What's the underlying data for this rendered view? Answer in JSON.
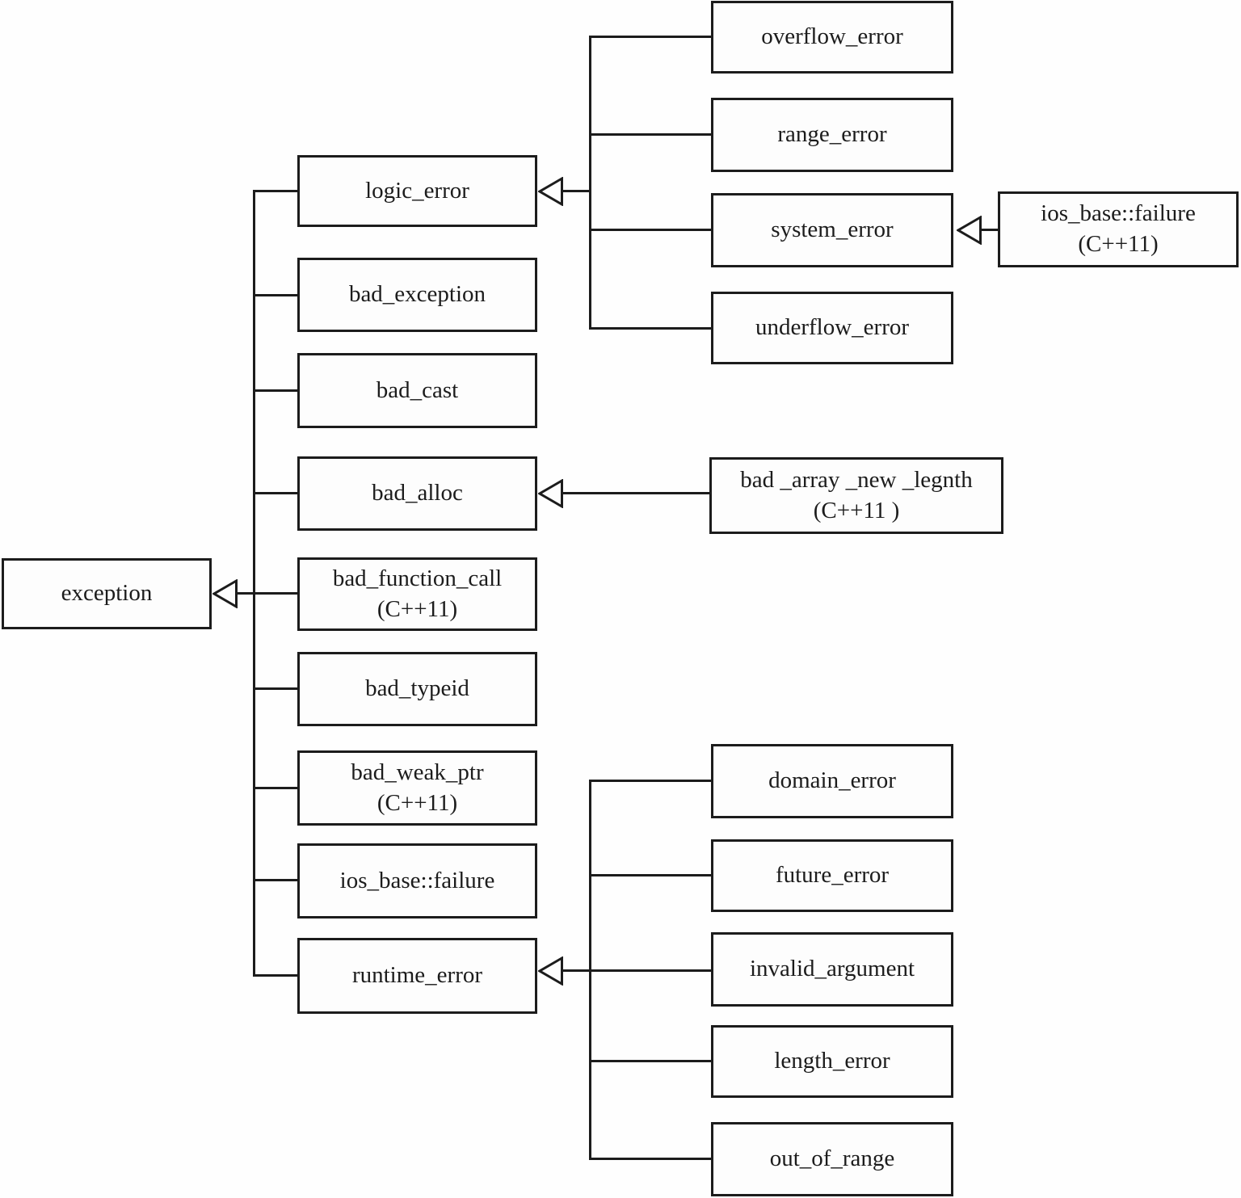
{
  "nodes": {
    "exception": {
      "label": "exception"
    },
    "logic_error": {
      "label": "logic_error"
    },
    "bad_exception": {
      "label": "bad_exception"
    },
    "bad_cast": {
      "label": "bad_cast"
    },
    "bad_alloc": {
      "label": "bad_alloc"
    },
    "bad_function_call": {
      "label": "bad_function_call",
      "sub": "(C++11)"
    },
    "bad_typeid": {
      "label": "bad_typeid"
    },
    "bad_weak_ptr": {
      "label": "bad_weak_ptr",
      "sub": "(C++11)"
    },
    "ios_base_failure": {
      "label": "ios_base::failure"
    },
    "runtime_error": {
      "label": "runtime_error"
    },
    "overflow_error": {
      "label": "overflow_error"
    },
    "range_error": {
      "label": "range_error"
    },
    "system_error": {
      "label": "system_error"
    },
    "underflow_error": {
      "label": "underflow_error"
    },
    "ios_base_failure_cpp11": {
      "label": "ios_base::failure",
      "sub": "(C++11)"
    },
    "bad_array_new_legnth": {
      "label": "bad _array _new _legnth",
      "sub": "(C++11 )"
    },
    "domain_error": {
      "label": "domain_error"
    },
    "future_error": {
      "label": "future_error"
    },
    "invalid_argument": {
      "label": "invalid_argument"
    },
    "length_error": {
      "label": "length_error"
    },
    "out_of_range": {
      "label": "out_of_range"
    }
  },
  "edges": [
    {
      "from": "logic_error",
      "to": "exception"
    },
    {
      "from": "bad_exception",
      "to": "exception"
    },
    {
      "from": "bad_cast",
      "to": "exception"
    },
    {
      "from": "bad_alloc",
      "to": "exception"
    },
    {
      "from": "bad_function_call",
      "to": "exception"
    },
    {
      "from": "bad_typeid",
      "to": "exception"
    },
    {
      "from": "bad_weak_ptr",
      "to": "exception"
    },
    {
      "from": "ios_base_failure",
      "to": "exception"
    },
    {
      "from": "runtime_error",
      "to": "exception"
    },
    {
      "from": "overflow_error",
      "to": "logic_error"
    },
    {
      "from": "range_error",
      "to": "logic_error"
    },
    {
      "from": "system_error",
      "to": "logic_error"
    },
    {
      "from": "underflow_error",
      "to": "logic_error"
    },
    {
      "from": "ios_base_failure_cpp11",
      "to": "system_error"
    },
    {
      "from": "bad_array_new_legnth",
      "to": "bad_alloc"
    },
    {
      "from": "domain_error",
      "to": "runtime_error"
    },
    {
      "from": "future_error",
      "to": "runtime_error"
    },
    {
      "from": "invalid_argument",
      "to": "runtime_error"
    },
    {
      "from": "length_error",
      "to": "runtime_error"
    },
    {
      "from": "out_of_range",
      "to": "runtime_error"
    }
  ],
  "colors": {
    "line": "#1c1c1c",
    "box_fill": "#fdfdfd",
    "background": "#fefefe"
  }
}
